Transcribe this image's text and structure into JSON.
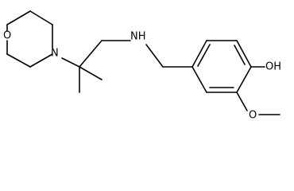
{
  "molecule": {
    "atoms": {
      "morpholine_oxygen": "O",
      "morpholine_nitrogen": "N",
      "amine_nitrogen": "NH",
      "hydroxyl": "OH",
      "methoxy_oxygen": "O"
    }
  },
  "colors": {
    "bond": "#000000",
    "label": "#000000",
    "background": "#ffffff"
  }
}
